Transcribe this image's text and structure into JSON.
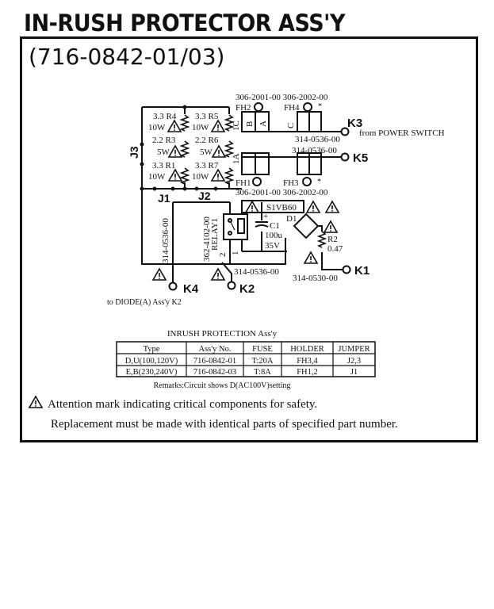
{
  "title": "IN-RUSH PROTECTOR ASS'Y",
  "subtitle": "(716-0842-01/03)",
  "schematic": {
    "fh_top_parts": "306-2001-00 306-2002-00",
    "fh_bottom_parts": "306-2001-00 306-2002-00",
    "fh2": "FH2",
    "fh4": "FH4",
    "fh1": "FH1",
    "fh3": "FH3",
    "star": "*",
    "r4": "3.3  R4",
    "r4w": "10W",
    "r5": "3.3  R5",
    "r5w": "10W",
    "r3": "2.2  R3",
    "r3w": "5W",
    "r6": "2.2  R6",
    "r6w": "5W",
    "r1": "3.3  R1",
    "r1w": "10W",
    "r7": "3.3  R7",
    "r7w": "10W",
    "j1": "J1",
    "j2": "J2",
    "j3": "J3",
    "pin_1c": "1C",
    "pin_b": "B",
    "pin_a": "A",
    "pin_c": "C",
    "pin_1a": "1A",
    "k3": "K3",
    "k3_note": "from POWER SWITCH",
    "k3_part": "314-0536-00",
    "k5": "K5",
    "k5_part": "314-0536-00",
    "s1": "S1VB60",
    "d1": "D1",
    "c1": "C1",
    "c1_val": "100u",
    "c1_v": "35V",
    "r2": "R2",
    "r2_val": "0.47",
    "relay_part": "362-4102-00",
    "relay": "RELAY1",
    "relay_pin2": "2",
    "relay_pin1": "1",
    "left_part": "314-0536-00",
    "k2": "K2",
    "k2_part": "314-0536-00",
    "k1": "K1",
    "k1_part": "314-0530-00",
    "k4": "K4",
    "k4_note": "to DIODE(A)  Ass'y K2"
  },
  "table": {
    "title": "INRUSH PROTECTION Ass'y",
    "headers": [
      "Type",
      "Ass'y No.",
      "FUSE",
      "HOLDER",
      "JUMPER"
    ],
    "rows": [
      [
        "D,U(100,120V)",
        "716-0842-01",
        "T:20A",
        "FH3,4",
        "J2,3"
      ],
      [
        "E,B(230,240V)",
        "716-0842-03",
        "T:8A",
        "FH1,2",
        "J1"
      ]
    ],
    "remarks": "Remarks:Circuit shows D(AC100V)setting"
  },
  "notes": {
    "attention": "Attention mark indicating critical components for safety.",
    "replacement": "Replacement must be made with identical parts of specified part number."
  }
}
